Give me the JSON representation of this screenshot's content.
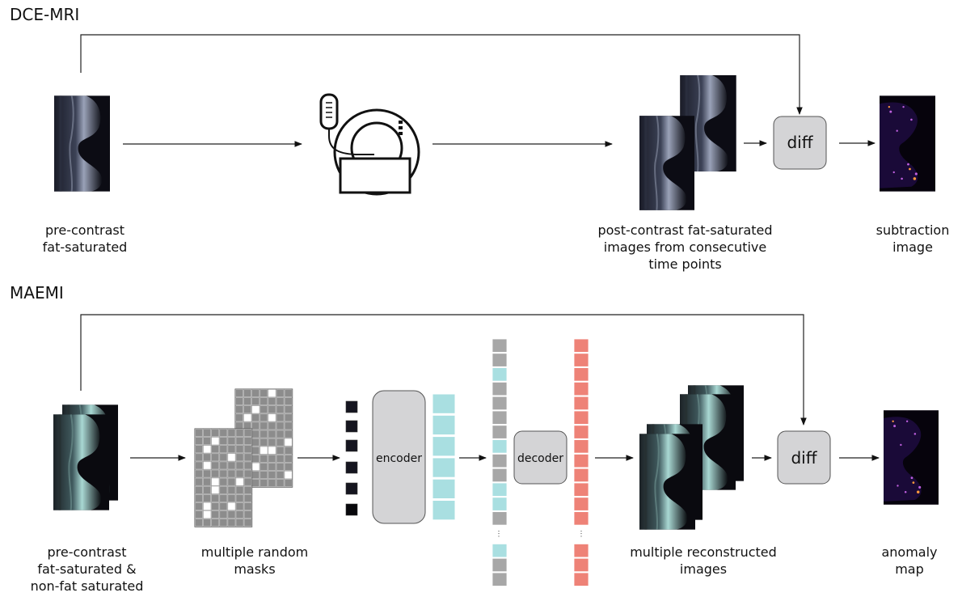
{
  "sections": {
    "top_title": "DCE-MRI",
    "bottom_title": "MAEMI"
  },
  "top": {
    "pre_label": "pre-contrast\nfat-saturated",
    "post_label": "post-contrast fat-saturated\nimages from consecutive\ntime points",
    "diff_label": "diff",
    "sub_label": "subtraction\nimage"
  },
  "bottom": {
    "pre_label": "pre-contrast\nfat-saturated &\nnon-fat saturated",
    "masks_label": "multiple random\nmasks",
    "encoder_label": "encoder",
    "decoder_label": "decoder",
    "recon_label": "multiple reconstructed\nimages",
    "diff_label": "diff",
    "anomaly_label": "anomaly\nmap"
  },
  "colors": {
    "box_fill": "#d4d4d6",
    "teal": "#a9dfe1",
    "gray_token": "#a7a7a7",
    "red_token": "#ee8277",
    "mri_dark": "#0c0c12"
  }
}
